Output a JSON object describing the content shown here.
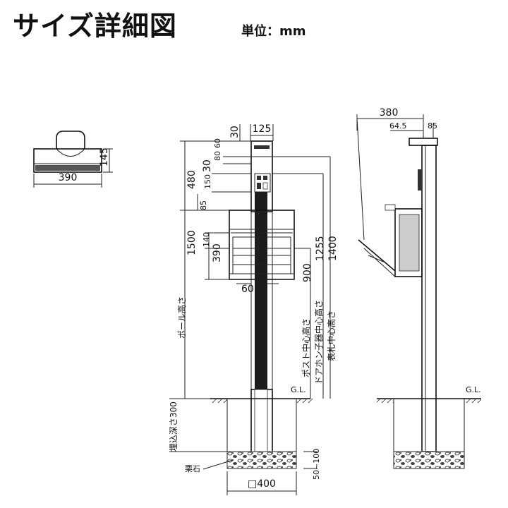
{
  "header": {
    "title": "サイズ詳細図",
    "unit": "単位：mm"
  },
  "top_view": {
    "width": "390",
    "depth": "145"
  },
  "front_view": {
    "head_width": "125",
    "top_gap": "30",
    "dim_80": "80",
    "dim_60_small": "60",
    "dim_30": "30",
    "dim_150": "150",
    "dim_480": "480",
    "dim_85": "85",
    "dim_1500": "1500",
    "dim_140": "140",
    "dim_390": "390",
    "dim_1255": "1255",
    "dim_1400": "1400",
    "dim_900": "900",
    "dim_60": "60",
    "pole_height": "ポール高さ",
    "post_center": "ポスト中心高さ",
    "door_center": "ドアホン子器中心高さ",
    "nameplate_center": "表札中心高さ",
    "gl": "G.L.",
    "bury_depth": "埋込深さ300",
    "gravel": "栗石",
    "gravel_depth": "50~100",
    "base_size": "□400"
  },
  "side_view": {
    "depth_total": "380",
    "dim_64_5": "64.5",
    "dim_85": "85",
    "gl": "G.L."
  }
}
